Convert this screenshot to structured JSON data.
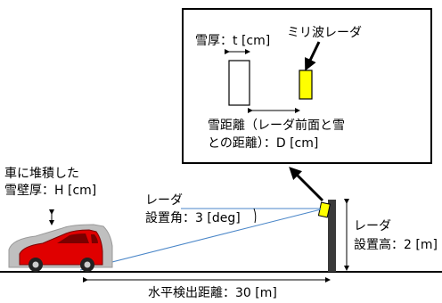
{
  "inset": {
    "snow_thickness": "雪厚：t [cm]",
    "radar_name": "ミリ波レーダ",
    "snow_distance_line1": "雪距離（レーダ前面と雪",
    "snow_distance_line2": "との距離）：D [cm]"
  },
  "car_snow": {
    "line1": "車に堆積した",
    "line2": "雪壁厚：H [cm]"
  },
  "angle": {
    "line1": "レーダ",
    "line2": "設置角：3 [deg]"
  },
  "height": {
    "line1": "レーダ",
    "line2": "設置高：2 [m]"
  },
  "distance": {
    "label": "水平検出距離：30 [m]"
  },
  "colors": {
    "radar": "#ffff00",
    "car_body": "#e00000",
    "snow": "#bfbfbf",
    "beam": "#4a86c8",
    "pole": "#3a3a3a"
  }
}
